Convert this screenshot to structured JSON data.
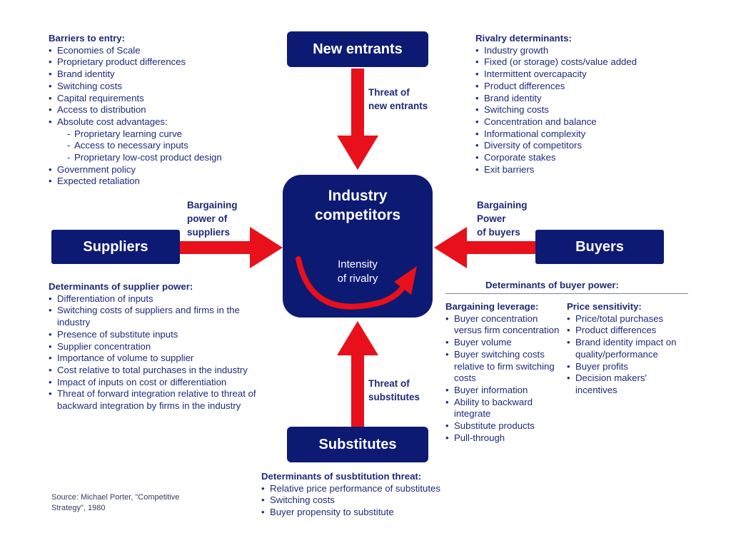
{
  "boxes": {
    "new_entrants": "New entrants",
    "suppliers": "Suppliers",
    "buyers": "Buyers",
    "substitutes": "Substitutes"
  },
  "center": {
    "title": "Industry\ncompetitors",
    "subtitle": "Intensity\nof rivalry"
  },
  "arrows": {
    "threat_new_entrants": "Threat of\nnew entrants",
    "supplier_power": "Bargaining\npower of\nsuppliers",
    "buyer_power": "Bargaining\nPower\nof buyers",
    "threat_substitutes": "Threat of\nsubstitutes"
  },
  "barriers": {
    "title": "Barriers to entry:",
    "items": [
      {
        "text": "Economies of Scale",
        "sub": false
      },
      {
        "text": "Proprietary product differences",
        "sub": false
      },
      {
        "text": "Brand identity",
        "sub": false
      },
      {
        "text": "Switching costs",
        "sub": false
      },
      {
        "text": "Capital requirements",
        "sub": false
      },
      {
        "text": "Access to distribution",
        "sub": false
      },
      {
        "text": "Absolute cost advantages:",
        "sub": false
      },
      {
        "text": "Proprietary learning curve",
        "sub": true
      },
      {
        "text": "Access to necessary inputs",
        "sub": true
      },
      {
        "text": "Proprietary low-cost product design",
        "sub": true
      },
      {
        "text": "Government policy",
        "sub": false
      },
      {
        "text": "Expected retaliation",
        "sub": false
      }
    ]
  },
  "rivalry": {
    "title": "Rivalry determinants:",
    "items": [
      "Industry growth",
      "Fixed (or storage) costs/value added",
      "Intermittent overcapacity",
      "Product differences",
      "Brand identity",
      "Switching costs",
      "Concentration and balance",
      "Informational complexity",
      "Diversity of competitors",
      "Corporate stakes",
      "Exit barriers"
    ]
  },
  "supplier_power": {
    "title": "Determinants of supplier power:",
    "items": [
      "Differentiation of inputs",
      "Switching costs of suppliers and firms in the industry",
      "Presence of substitute inputs",
      "Supplier concentration",
      "Importance of volume to supplier",
      "Cost relative to total purchases in the industry",
      "Impact of inputs on cost or differentiation",
      "Threat of forward integration relative to threat of backward integration by firms in the industry"
    ]
  },
  "buyer_power": {
    "title": "Determinants of buyer power:",
    "leverage": {
      "title": "Bargaining leverage:",
      "items": [
        "Buyer concentration versus firm concentration",
        "Buyer volume",
        "Buyer switching costs relative to firm switching costs",
        "Buyer information",
        "Ability to backward integrate",
        "Substitute products",
        "Pull-through"
      ]
    },
    "sensitivity": {
      "title": "Price sensitivity:",
      "items": [
        "Price/total purchases",
        "Product differences",
        "Brand identity impact on quality/performance",
        "Buyer profits",
        "Decision makers' incentives"
      ]
    }
  },
  "substitution": {
    "title": "Determinants of susbtitution threat:",
    "items": [
      "Relative price performance of substitutes",
      "Switching costs",
      "Buyer propensity to substitute"
    ]
  },
  "source": "Source: Michael Porter, \"Competitive\nStrategy\", 1980",
  "colors": {
    "box": "#0d1a73",
    "arrow": "#e8101a",
    "text": "#1f2a7a"
  }
}
